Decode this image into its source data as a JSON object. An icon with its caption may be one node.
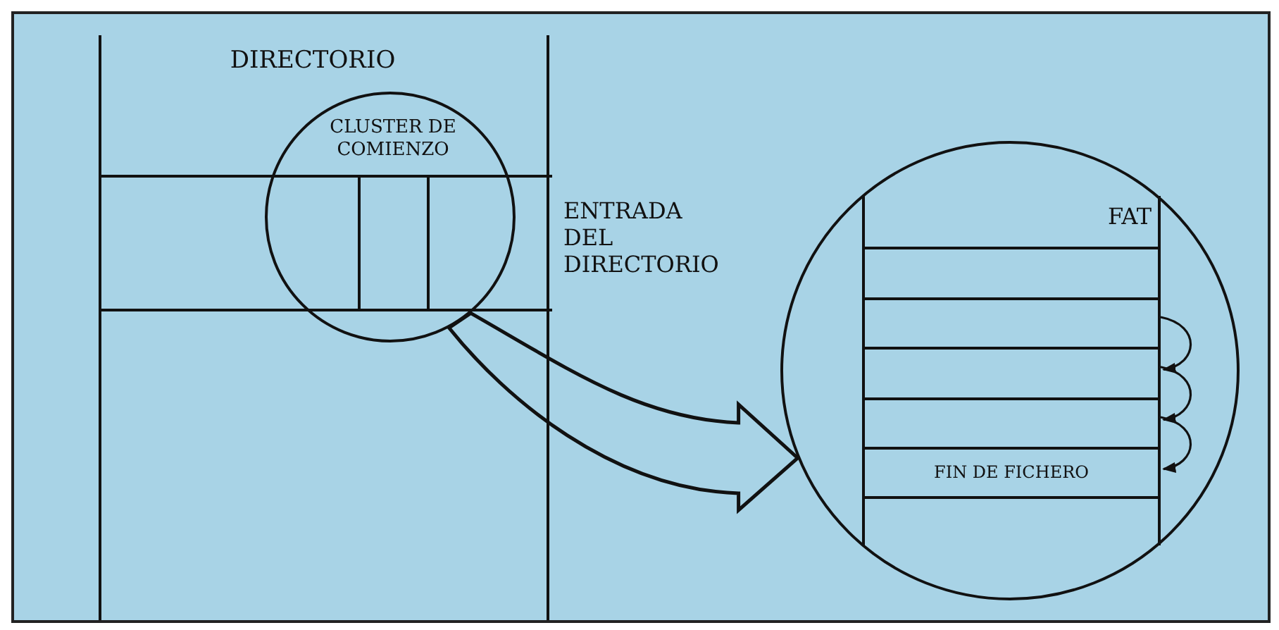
{
  "diagram": {
    "nodes": [
      {
        "text": [
          "DIRECTORIO"
        ]
      },
      {
        "text": [],
        "shape": "bar",
        "in": 0,
        "beside": [
          "ENTRADA DEL DIRECTORIO"
        ]
      },
      {
        "text": [
          "CLUSTER DE COMIENZO"
        ],
        "in": 0
      },
      {
        "text": [
          "FAT"
        ]
      },
      {
        "text": [],
        "shape": "bar",
        "in": 3
      },
      {
        "text": [],
        "shape": "bar",
        "in": 3
      },
      {
        "text": [],
        "shape": "bar",
        "in": 3
      },
      {
        "text": [],
        "shape": "bar",
        "in": 3
      },
      {
        "text": [
          "FIN DE FICHERO"
        ],
        "in": 3
      },
      {
        "text": [],
        "shape": "bar",
        "in": 3
      }
    ],
    "edges": [
      {
        "from": 2,
        "to": 3,
        "arrow": "to",
        "style": "thick"
      },
      {
        "from": 5,
        "to": 6,
        "arrow": "to"
      },
      {
        "from": 6,
        "to": 7,
        "arrow": "to"
      },
      {
        "from": 7,
        "to": 8,
        "arrow": "to"
      }
    ]
  }
}
